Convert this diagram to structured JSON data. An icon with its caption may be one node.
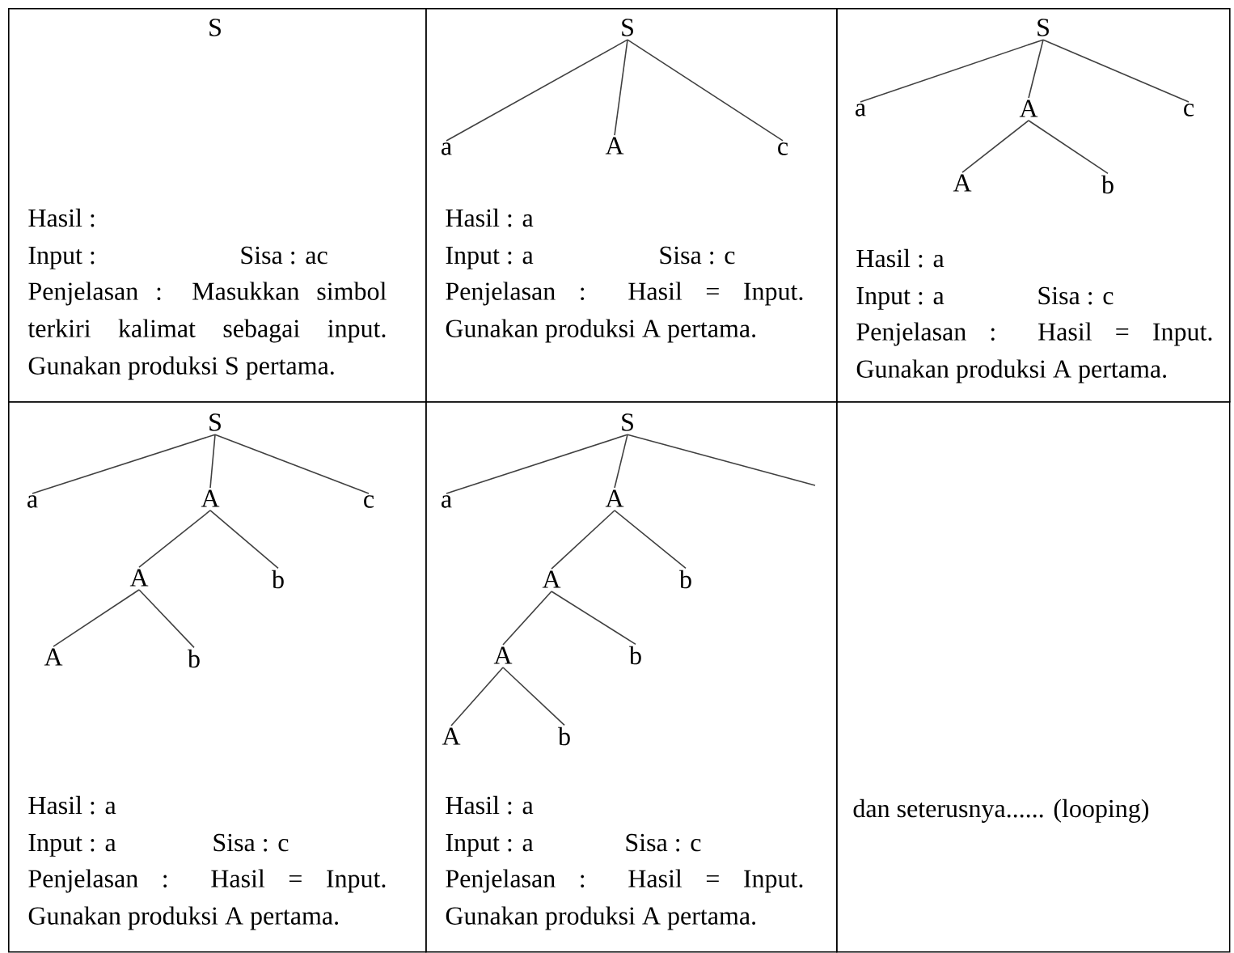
{
  "diagram": {
    "nodes": [
      {
        "text": [
          "Hasil :",
          "Input :",
          "Sisa : ac",
          "Penjelasan : Masukkan simbol terkiri kalimat sebagai input. Gunakan produksi S pertama."
        ]
      },
      {
        "text": [
          "S"
        ],
        "in": 0
      },
      {
        "text": [
          "Hasil : a",
          "Input : a",
          "Sisa : c",
          "Penjelasan : Hasil = Input. Gunakan produksi A pertama."
        ]
      },
      {
        "text": [
          "S"
        ],
        "in": 2
      },
      {
        "text": [
          "a"
        ],
        "in": 2
      },
      {
        "text": [
          "A"
        ],
        "in": 2
      },
      {
        "text": [
          "c"
        ],
        "in": 2
      },
      {
        "text": [
          "Hasil : a",
          "Input : a",
          "Sisa : c",
          "Penjelasan : Hasil = Input. Gunakan produksi A pertama."
        ]
      },
      {
        "text": [
          "S"
        ],
        "in": 7
      },
      {
        "text": [
          "a"
        ],
        "in": 7
      },
      {
        "text": [
          "A"
        ],
        "in": 7
      },
      {
        "text": [
          "c"
        ],
        "in": 7
      },
      {
        "text": [
          "A"
        ],
        "in": 7
      },
      {
        "text": [
          "b"
        ],
        "in": 7
      },
      {
        "text": [
          "Hasil : a",
          "Input : a",
          "Sisa : c",
          "Penjelasan : Hasil = Input. Gunakan produksi A pertama."
        ]
      },
      {
        "text": [
          "S"
        ],
        "in": 14
      },
      {
        "text": [
          "a"
        ],
        "in": 14
      },
      {
        "text": [
          "A"
        ],
        "in": 14
      },
      {
        "text": [
          "c"
        ],
        "in": 14
      },
      {
        "text": [
          "A"
        ],
        "in": 14
      },
      {
        "text": [
          "b"
        ],
        "in": 14
      },
      {
        "text": [
          "A"
        ],
        "in": 14
      },
      {
        "text": [
          "b"
        ],
        "in": 14
      },
      {
        "text": [
          "Hasil : a",
          "Input : a",
          "Sisa : c",
          "Penjelasan : Hasil = Input. Gunakan produksi A pertama."
        ]
      },
      {
        "text": [
          "S"
        ],
        "in": 23
      },
      {
        "text": [
          "a"
        ],
        "in": 23
      },
      {
        "text": [
          "A"
        ],
        "in": 23
      },
      {
        "text": [
          "A"
        ],
        "in": 23
      },
      {
        "text": [
          "b"
        ],
        "in": 23
      },
      {
        "text": [
          "A"
        ],
        "in": 23
      },
      {
        "text": [
          "b"
        ],
        "in": 23
      },
      {
        "text": [
          "A"
        ],
        "in": 23
      },
      {
        "text": [
          "b"
        ],
        "in": 23
      },
      {
        "text": [
          "dan seterusnya...... (looping)"
        ]
      }
    ],
    "edges": [
      {
        "from": 3,
        "to": 4,
        "arrow": "none"
      },
      {
        "from": 3,
        "to": 5,
        "arrow": "none"
      },
      {
        "from": 3,
        "to": 6,
        "arrow": "none"
      },
      {
        "from": 8,
        "to": 9,
        "arrow": "none"
      },
      {
        "from": 8,
        "to": 10,
        "arrow": "none"
      },
      {
        "from": 8,
        "to": 11,
        "arrow": "none"
      },
      {
        "from": 10,
        "to": 12,
        "arrow": "none"
      },
      {
        "from": 10,
        "to": 13,
        "arrow": "none"
      },
      {
        "from": 15,
        "to": 16,
        "arrow": "none"
      },
      {
        "from": 15,
        "to": 17,
        "arrow": "none"
      },
      {
        "from": 15,
        "to": 18,
        "arrow": "none"
      },
      {
        "from": 17,
        "to": 19,
        "arrow": "none"
      },
      {
        "from": 17,
        "to": 20,
        "arrow": "none"
      },
      {
        "from": 19,
        "to": 21,
        "arrow": "none"
      },
      {
        "from": 19,
        "to": 22,
        "arrow": "none"
      },
      {
        "from": 24,
        "to": 25,
        "arrow": "none"
      },
      {
        "from": 24,
        "to": 26,
        "arrow": "none"
      },
      {
        "from": 24,
        "to": null,
        "arrow": "none"
      },
      {
        "from": 26,
        "to": 27,
        "arrow": "none"
      },
      {
        "from": 26,
        "to": 28,
        "arrow": "none"
      },
      {
        "from": 27,
        "to": 29,
        "arrow": "none"
      },
      {
        "from": 27,
        "to": 30,
        "arrow": "none"
      },
      {
        "from": 29,
        "to": 31,
        "arrow": "none"
      },
      {
        "from": 29,
        "to": 32,
        "arrow": "none"
      }
    ]
  }
}
